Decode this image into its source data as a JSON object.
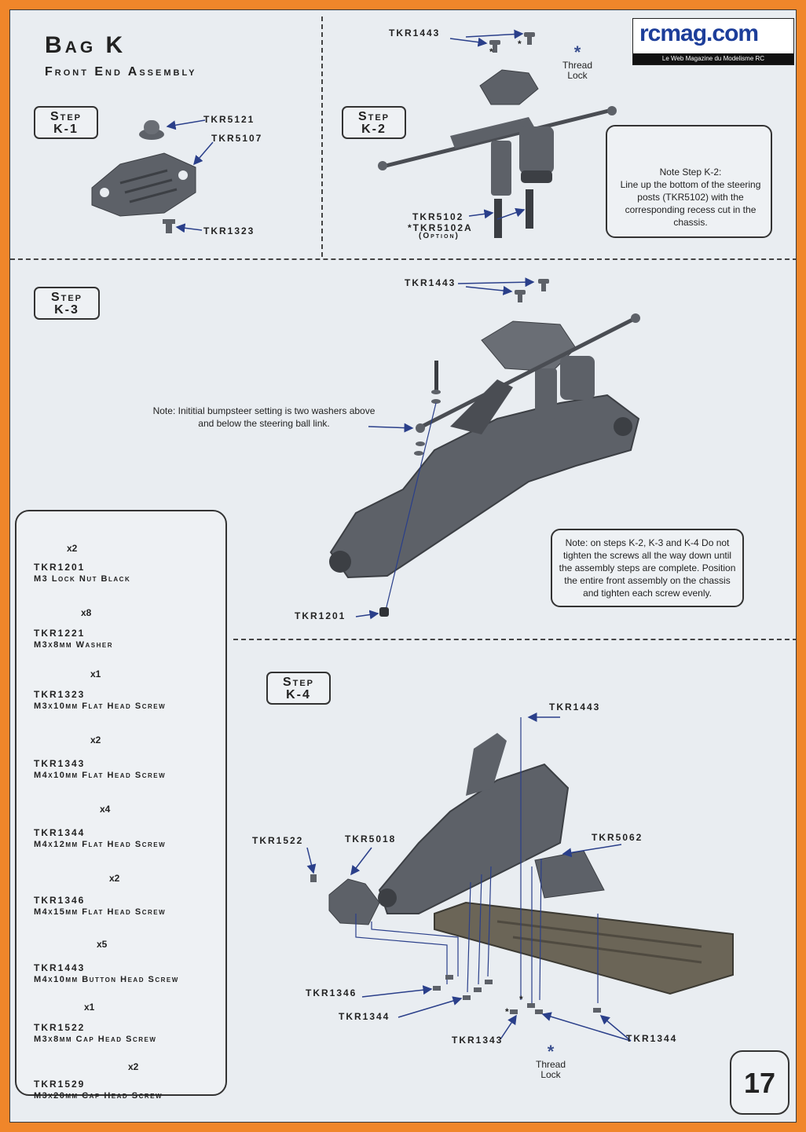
{
  "header": {
    "title": "Bag K",
    "subtitle": "Front End Assembly"
  },
  "logo": {
    "name": "rcmag.com",
    "tagline": "Le Web Magazine du Modelisme RC"
  },
  "steps": {
    "k1": {
      "label_top": "Step",
      "label_bottom": "K-1",
      "labels": [
        "TKR5121",
        "TKR5107",
        "TKR1323"
      ]
    },
    "k2": {
      "label_top": "Step",
      "label_bottom": "K-2",
      "labels": [
        "TKR1443",
        "TKR5102",
        "*TKR5102A",
        "(Option)"
      ],
      "thread_lock": "Thread Lock",
      "note": "Note Step K-2:\nLine up the bottom of the steering posts (TKR5102) with the corresponding recess cut in the chassis."
    },
    "k3": {
      "label_top": "Step",
      "label_bottom": "K-3",
      "labels": [
        "TKR1443",
        "TKR1201"
      ],
      "bumpsteer_note": "Note: Inititial bumpsteer setting is two washers above and below the steering ball link.",
      "tighten_note": "Note: on steps K-2, K-3 and K-4 Do not tighten the screws all the way down until the assembly steps are complete. Position the entire front assembly on the chassis and tighten each screw evenly."
    },
    "k4": {
      "label_top": "Step",
      "label_bottom": "K-4",
      "labels": [
        "TKR1443",
        "TKR1522",
        "TKR5018",
        "TKR5062",
        "TKR1346",
        "TKR1344",
        "TKR1343",
        "TKR1344"
      ],
      "thread_lock": "Thread Lock"
    }
  },
  "parts": [
    {
      "code": "TKR1201",
      "desc": "M3 Lock Nut Black",
      "qty": "x2",
      "icon": "lock-nut-icon"
    },
    {
      "code": "TKR1221",
      "desc": "M3x8mm Washer",
      "qty": "x8",
      "icon": "washer-icon"
    },
    {
      "code": "TKR1323",
      "desc": "M3x10mm Flat Head Screw",
      "qty": "x1",
      "icon": "flat-head-screw-icon"
    },
    {
      "code": "TKR1343",
      "desc": "M4x10mm Flat Head Screw",
      "qty": "x2",
      "icon": "flat-head-screw-icon"
    },
    {
      "code": "TKR1344",
      "desc": "M4x12mm Flat Head Screw",
      "qty": "x4",
      "icon": "flat-head-screw-icon"
    },
    {
      "code": "TKR1346",
      "desc": "M4x15mm Flat Head Screw",
      "qty": "x2",
      "icon": "flat-head-screw-icon"
    },
    {
      "code": "TKR1443",
      "desc": "M4x10mm Button Head Screw",
      "qty": "x5",
      "icon": "button-head-screw-icon"
    },
    {
      "code": "TKR1522",
      "desc": "M3x8mm Cap Head Screw",
      "qty": "x1",
      "icon": "cap-head-screw-icon"
    },
    {
      "code": "TKR1529",
      "desc": "M3x20mm Cap Head Screw",
      "qty": "x2",
      "icon": "cap-head-screw-icon"
    }
  ],
  "page_number": "17",
  "colors": {
    "border": "#f0862a",
    "page": "#e9edf1",
    "part_gray": "#5d6168",
    "leader": "#2a3f8a"
  }
}
